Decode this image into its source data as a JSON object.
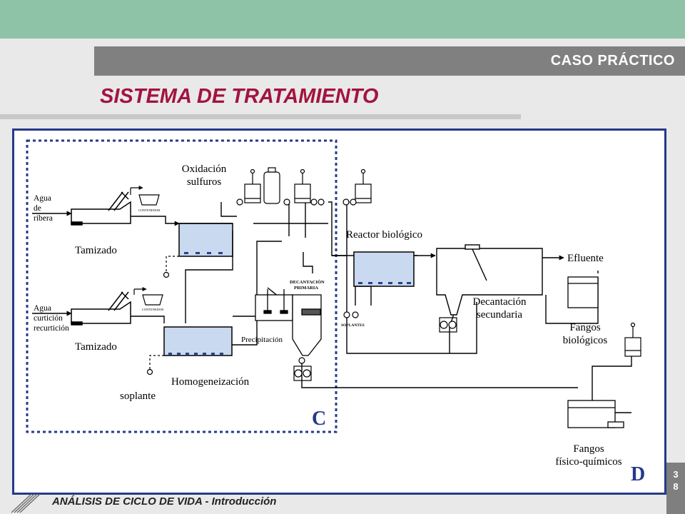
{
  "slide": {
    "section_label": "CASO PRÁCTICO",
    "title": "SISTEMA DE TRATAMIENTO",
    "footer": "ANÁLISIS DE CICLO DE VIDA - Introducción",
    "page_number": [
      "3",
      "8"
    ]
  },
  "diagram": {
    "inputs": {
      "agua_ribera": [
        "Agua",
        "de",
        "ribera"
      ],
      "agua_curticion": [
        "Agua",
        "curtición",
        "recurtición"
      ]
    },
    "processes": {
      "tamizado_1": "Tamizado",
      "tamizado_2": "Tamizado",
      "oxidacion": [
        "Oxidación",
        "sulfuros"
      ],
      "homogeneizacion": "Homogeneización",
      "soplante": "soplante",
      "precipitacion": "Precipitación",
      "decantacion_primaria": [
        "DECANTACIÓN",
        "PRIMARIA"
      ],
      "reactor": "Reactor biológico",
      "soplantes": "SOPLANTES",
      "decantacion_secundaria": [
        "Decantación",
        "secundaria"
      ],
      "efluente": "Efluente",
      "fangos_bio": [
        "Fangos",
        "biológicos"
      ],
      "fangos_fq": [
        "Fangos",
        "físico-químicos"
      ],
      "contenedor_1": "CONTENEDOR",
      "contenedor_2": "CONTENEDOR"
    },
    "zones": {
      "c": "C",
      "d": "D"
    },
    "colors": {
      "zone_label": "#25398a",
      "frame": "#25398a",
      "water": "#c9d9ef",
      "title": "#a3133f"
    }
  }
}
